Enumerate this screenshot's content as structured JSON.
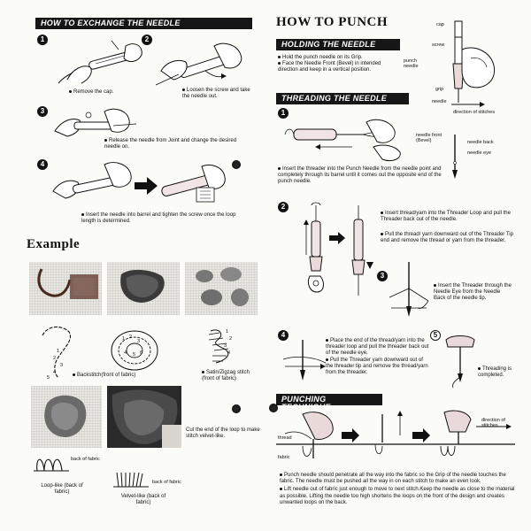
{
  "left": {
    "header": "HOW TO EXCHANGE THE NEEDLE",
    "steps": [
      {
        "num": "1",
        "caption": "Remove the cap."
      },
      {
        "num": "2",
        "caption": "Loosen the screw and take the needle out."
      },
      {
        "num": "3",
        "caption": "Release the needle from Joint and change the desired needle on."
      },
      {
        "num": "4",
        "caption": "Insert the needle into barrel and tighten the screw once the loop length is determined."
      }
    ],
    "example_title": "Example",
    "stitch_labels": {
      "backstitch": "Backstitch(front of fabric)",
      "satin": "Satin/Zigzag stitch (front of fabric)",
      "cut_loop": "Cut the end of the loop to make stitch velvet-like.",
      "back_of_fabric_1": "back of fabric",
      "back_of_fabric_2": "back of fabric",
      "loop_like": "Loop-like (back of fabric)",
      "velvet_like": "Velvet-like (back of fabric)"
    },
    "diagram_numbers": {
      "b1": "1",
      "b2": "2",
      "b3": "3",
      "b4": "4",
      "b5": "5",
      "c1": "1",
      "c2": "2",
      "c3": "3",
      "c4": "4",
      "c5": "5",
      "c6": "6",
      "s1": "1",
      "s2": "2",
      "s3": "3",
      "s4": "4"
    }
  },
  "right": {
    "title": "HOW TO PUNCH",
    "holding": {
      "header": "HOLDING THE NEEDLE",
      "bullets": [
        "Hold the punch needle on its Grip.",
        "Face the Needle Front (Bevel) in intended direction and keep in a vertical position."
      ],
      "labels": {
        "cap": "cap",
        "screw": "screw",
        "punch_needle": "punch needle",
        "grip": "grip",
        "needle": "needle",
        "direction": "direction of stitches"
      }
    },
    "threading": {
      "header": "THREADING THE NEEDLE",
      "needle_labels": {
        "front": "needle front (Bevel)",
        "back": "needle back",
        "eye": "needle eye"
      },
      "steps": [
        {
          "num": "1",
          "caption": "Insert the threader into the Punch Needle from the needle point and completely through its barrel until it comes out the opposite end of the punch needle."
        },
        {
          "num": "2",
          "caption_a": "Insert thread/yarn into the Threader Loop and pull the Threader back out of the needle.",
          "caption_b": "Pull the thread/ yarn downward out of the Threader Tip end and remove the thread or yarn from the threader."
        },
        {
          "num": "3",
          "caption": "Insert the Threader through the Needle Eye from the Needle Back of the needle tip."
        },
        {
          "num": "4",
          "caption_a": "Place the end of the thread/yarn into the threader loop and pull the threader back out of the needle eye.",
          "caption_b": "Pull the Threader yarn downward out of the threader tip and remove the thread/yarn from the threader."
        },
        {
          "num": "5",
          "caption": "Threading is completed."
        }
      ]
    },
    "punching": {
      "header": "PUNCHING TECHNIQUE",
      "labels": {
        "thread": "thread",
        "fabric": "fabric",
        "direction": "direction of stitches"
      },
      "bullets": [
        "Punch needle should penetrate all the way into the fabric so the Grip of the needle touches the fabric. The needle must be pushed all the way in on each stitch to make an even look.",
        "Lift needle out of fabric just enough to move to next stitch.Keep the needle as close to the material as possible. Lifting the needle too high shortens the loops on the front of the design and creates unwanted loops on the back."
      ]
    }
  }
}
